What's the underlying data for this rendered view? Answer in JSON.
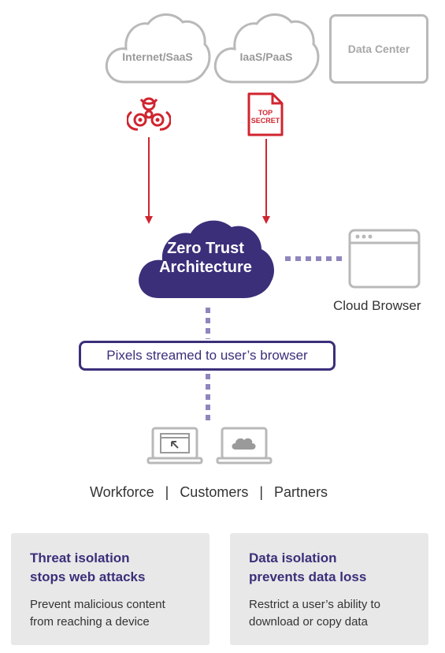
{
  "sources": {
    "cloud1": "Internet/SaaS",
    "cloud2": "IaaS/PaaS",
    "datacenter": "Data Center"
  },
  "icons": {
    "biohazard": "biohazard-icon",
    "document": "top-secret-document-icon"
  },
  "document_label": {
    "line1": "TOP",
    "line2": "SECRET"
  },
  "zero_trust": {
    "line1": "Zero Trust",
    "line2": "Architecture"
  },
  "cloud_browser": "Cloud Browser",
  "stream_label": "Pixels streamed to user’s browser",
  "audience": {
    "a": "Workforce",
    "b": "Customers",
    "c": "Partners",
    "sep": "|"
  },
  "cards": [
    {
      "title1": "Threat isolation",
      "title2": "stops web attacks",
      "body1": "Prevent malicious content",
      "body2": "from reaching a device"
    },
    {
      "title1": "Data isolation",
      "title2": "prevents data loss",
      "body1": "Restrict a user’s ability to",
      "body2": "download or copy data"
    }
  ],
  "colors": {
    "accent": "#3b2f7a",
    "threat": "#d0252f",
    "muted": "#b9b9b9",
    "dots": "#8f86bd",
    "card_bg": "#e8e8e8"
  }
}
